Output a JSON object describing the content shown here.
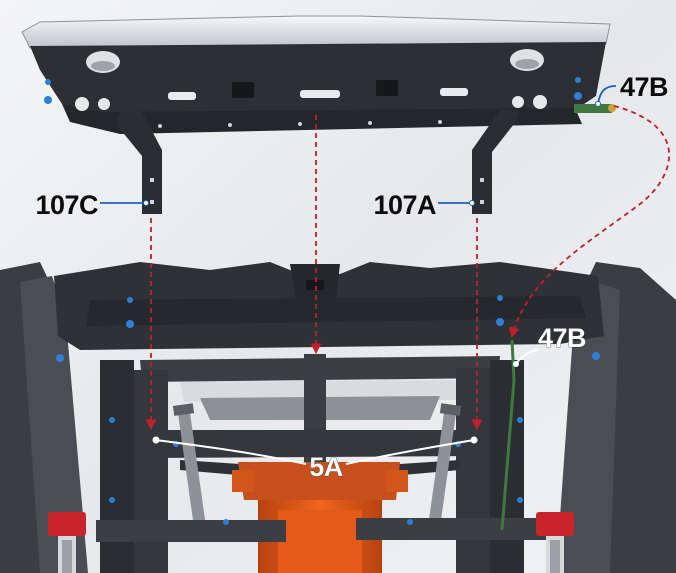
{
  "callouts": {
    "bracket_left": "107C",
    "bracket_right": "107A",
    "harness_top": "47B",
    "harness_bottom": "47B",
    "mount_points": "5A"
  },
  "colors": {
    "background": "#eef0f2",
    "plastic": "#2c2f33",
    "plastic_dark": "#1b1d20",
    "leader_line": "#1f5fb8",
    "arrow": "#c0202a",
    "orange": "#e0541a",
    "red_part": "#c8242a",
    "harness": "#3e7a3e"
  }
}
